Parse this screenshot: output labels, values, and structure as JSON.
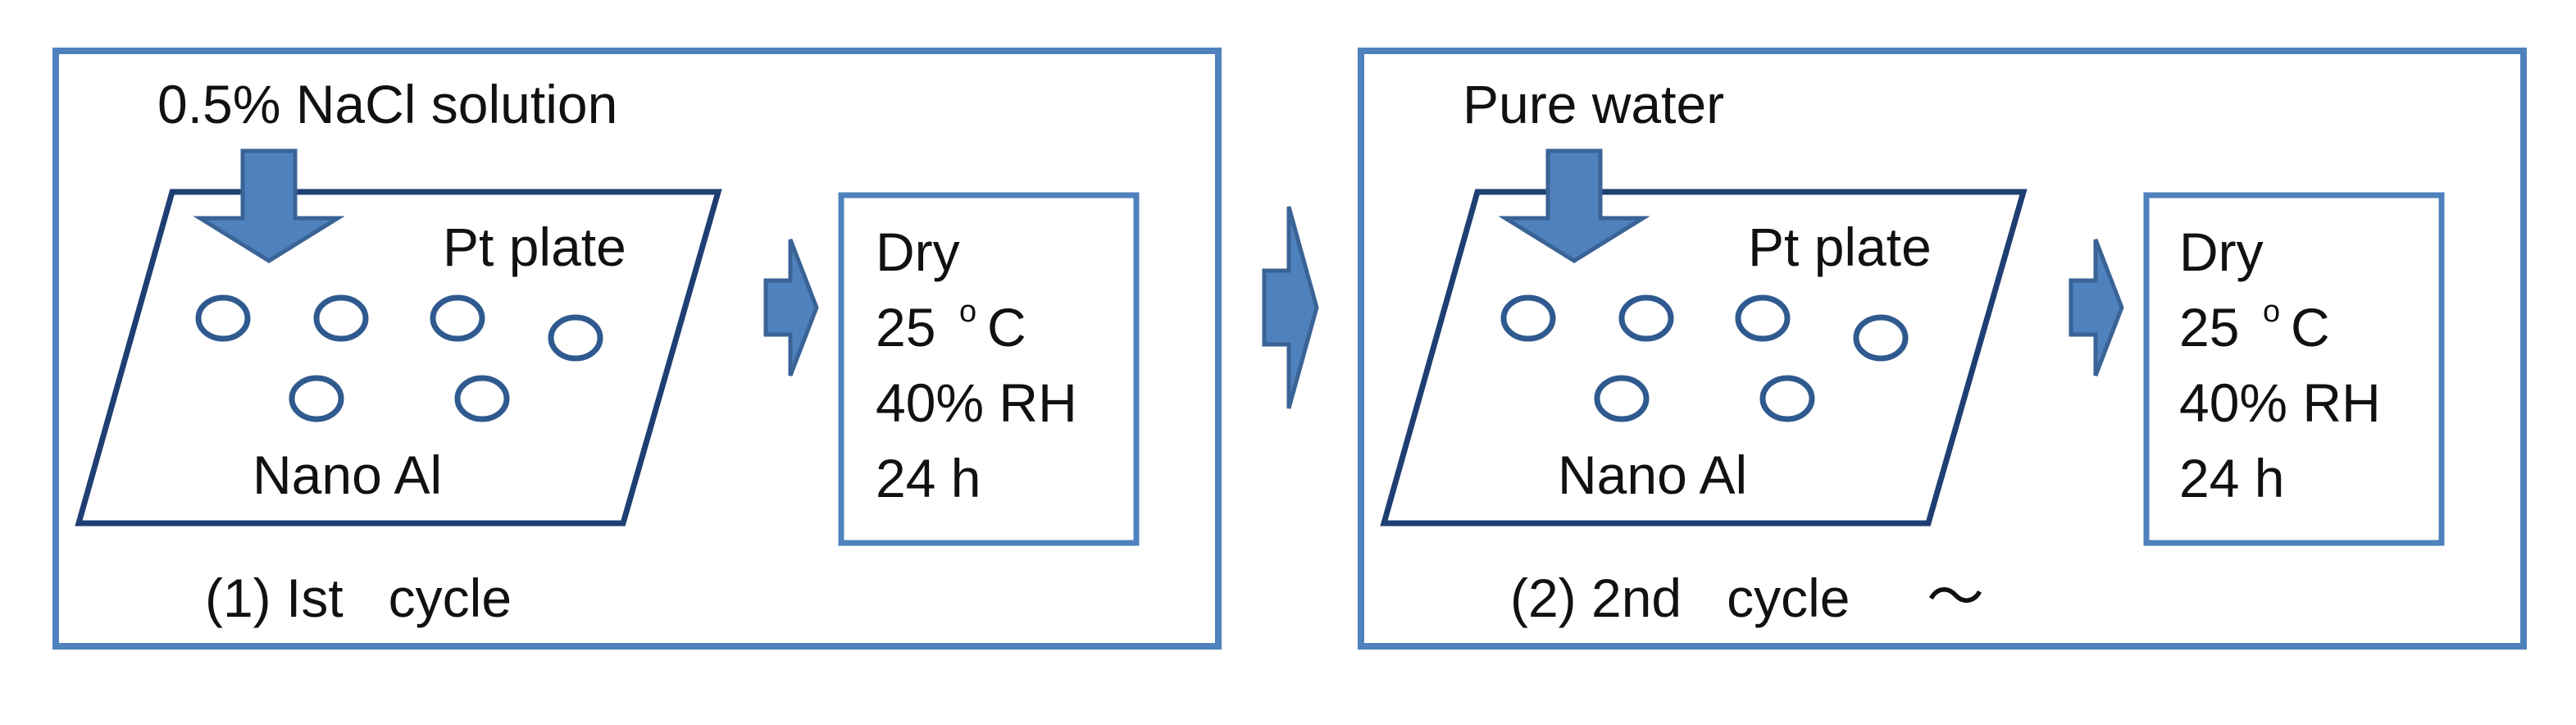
{
  "colors": {
    "panel_stroke": "#4f81bd",
    "arrow_fill": "#4f81bd",
    "arrow_stroke": "#3a6396",
    "ring_stroke": "#2f5a8f",
    "parallelogram_stroke": "#1f3f73",
    "text": "#111111"
  },
  "icons": {
    "feed_arrow": "down-arrow-icon",
    "step_arrow": "right-arrow-icon",
    "droplet": "circle-ring-icon"
  },
  "cycle1": {
    "solution_label": "0.5% NaCl solution",
    "plate_label": "Pt plate",
    "particles_label": "Nano Al",
    "dry_lines": [
      "Dry",
      "25",
      "C",
      "40% RH",
      "24 h"
    ],
    "degree_mark": "o",
    "caption": "(1) Ist   cycle"
  },
  "cycle2": {
    "solution_label": "Pure water",
    "plate_label": "Pt plate",
    "particles_label": "Nano Al",
    "dry_lines": [
      "Dry",
      "25",
      "C",
      "40% RH",
      "24 h"
    ],
    "degree_mark": "o",
    "caption": "(2) 2nd   cycle",
    "tilde": "〜"
  }
}
